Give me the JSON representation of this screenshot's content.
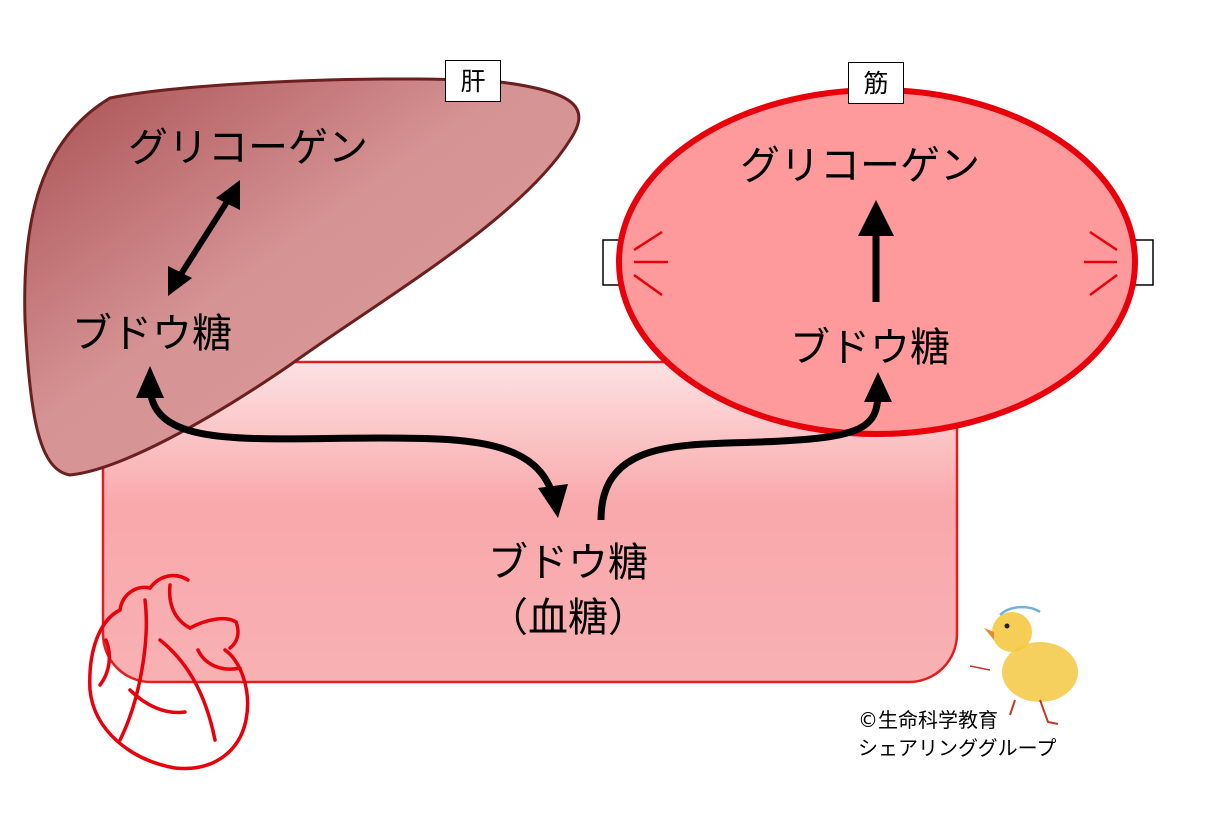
{
  "blood": {
    "label_line1": "ブドウ糖",
    "label_line2": "（血糖）",
    "fill_color": "#f9a8ab",
    "border_color": "#e02020"
  },
  "liver": {
    "tag": "肝",
    "glycogen_label": "グリコーゲン",
    "glucose_label": "ブドウ糖",
    "fill_color": "#c97a7a",
    "border_color": "#6b1f1f"
  },
  "muscle": {
    "tag": "筋",
    "glycogen_label": "グリコーゲン",
    "glucose_label": "ブドウ糖",
    "fill_color": "#ff9a9c",
    "border_color": "#e8000b"
  },
  "icons": {
    "heart": "heart-icon",
    "mascot": "chick-mascot-icon"
  },
  "credit": {
    "line1": "©生命科学教育",
    "line2": "シェアリンググループ"
  }
}
